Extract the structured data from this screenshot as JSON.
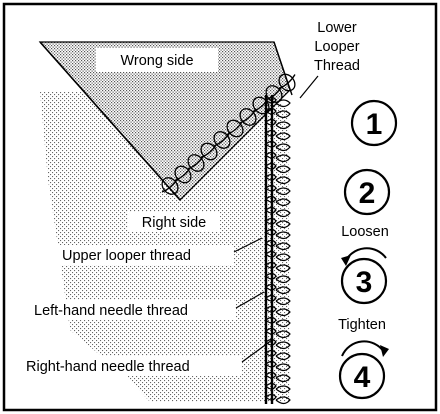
{
  "labels": {
    "wrong_side": "Wrong side",
    "right_side": "Right side",
    "lower_looper_line1": "Lower",
    "lower_looper_line2": "Looper",
    "lower_looper_line3": "Thread",
    "upper_looper": "Upper looper thread",
    "left_needle": "Left-hand needle thread",
    "right_needle": "Right-hand needle thread"
  },
  "dials": [
    {
      "number": "1",
      "caption": ""
    },
    {
      "number": "2",
      "caption": "Loosen"
    },
    {
      "number": "3",
      "caption": "Tighten"
    },
    {
      "number": "4",
      "caption": ""
    }
  ]
}
